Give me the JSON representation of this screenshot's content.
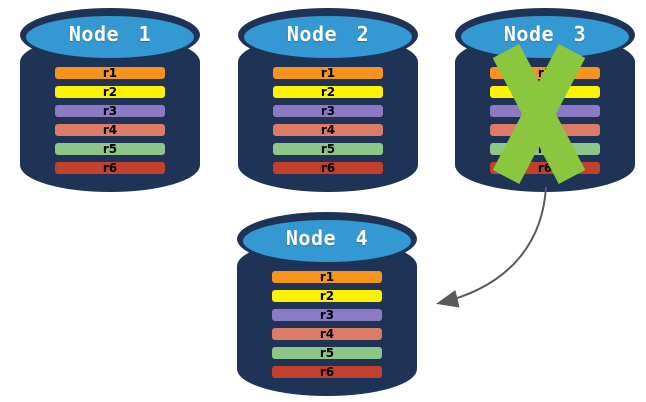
{
  "diagram": {
    "type": "database-replication-failover",
    "nodes": [
      {
        "label": "Node 1",
        "failed": false,
        "rows": [
          {
            "label": "r1",
            "color": "#F7941D"
          },
          {
            "label": "r2",
            "color": "#FFF200"
          },
          {
            "label": "r3",
            "color": "#8C7BC4"
          },
          {
            "label": "r4",
            "color": "#DC7B66"
          },
          {
            "label": "r5",
            "color": "#8EC687"
          },
          {
            "label": "r6",
            "color": "#C2412D"
          }
        ]
      },
      {
        "label": "Node 2",
        "failed": false,
        "rows": [
          {
            "label": "r1",
            "color": "#F7941D"
          },
          {
            "label": "r2",
            "color": "#FFF200"
          },
          {
            "label": "r3",
            "color": "#8C7BC4"
          },
          {
            "label": "r4",
            "color": "#DC7B66"
          },
          {
            "label": "r5",
            "color": "#8EC687"
          },
          {
            "label": "r6",
            "color": "#C2412D"
          }
        ]
      },
      {
        "label": "Node 3",
        "failed": true,
        "rows": [
          {
            "label": "r1",
            "color": "#F7941D"
          },
          {
            "label": "r2",
            "color": "#FFF200"
          },
          {
            "label": "r3",
            "color": "#8C7BC4"
          },
          {
            "label": "r4",
            "color": "#DC7B66"
          },
          {
            "label": "r5",
            "color": "#8EC687"
          },
          {
            "label": "r6",
            "color": "#C2412D"
          }
        ]
      },
      {
        "label": "Node 4",
        "failed": false,
        "rows": [
          {
            "label": "r1",
            "color": "#F7941D"
          },
          {
            "label": "r2",
            "color": "#FFF200"
          },
          {
            "label": "r3",
            "color": "#8C7BC4"
          },
          {
            "label": "r4",
            "color": "#DC7B66"
          },
          {
            "label": "r5",
            "color": "#8EC687"
          },
          {
            "label": "r6",
            "color": "#C2412D"
          }
        ]
      }
    ],
    "arrow": {
      "from": "Node 3",
      "to": "Node 4"
    },
    "icons": {
      "failure": "x-mark-icon",
      "transfer": "curved-arrow-icon"
    },
    "colors": {
      "cylinder_body": "#1E3355",
      "cylinder_top": "#3498D2",
      "row_text": "#000000",
      "node_title": "#FFFFFF",
      "failure_x": "#8BC63F",
      "arrow": "#595959"
    }
  }
}
